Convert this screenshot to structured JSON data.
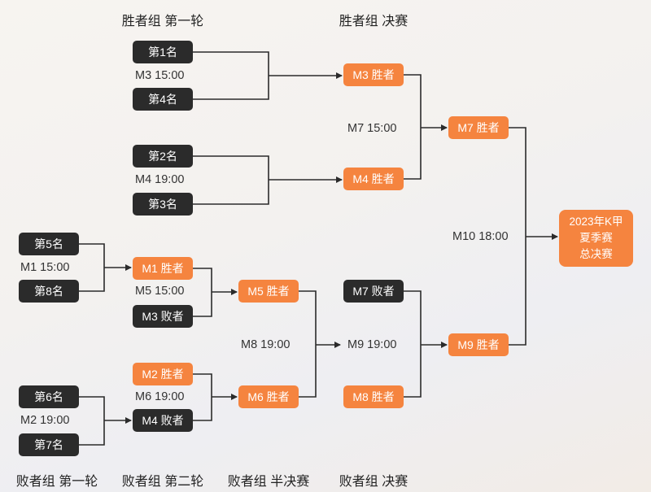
{
  "headers": {
    "winners_r1": "胜者组 第一轮",
    "winners_final": "胜者组 决赛",
    "losers_r1": "败者组 第一轮",
    "losers_r2": "败者组 第二轮",
    "losers_semi": "败者组 半决赛",
    "losers_final": "败者组 决赛"
  },
  "teams": {
    "t1": "第1名",
    "t4": "第4名",
    "t2": "第2名",
    "t3": "第3名",
    "t5": "第5名",
    "t8": "第8名",
    "t6": "第6名",
    "t7": "第7名"
  },
  "results": {
    "m3w": "M3 胜者",
    "m4w": "M4 胜者",
    "m7w": "M7 胜者",
    "m1w": "M1 胜者",
    "m3l": "M3 败者",
    "m5w": "M5 胜者",
    "m2w": "M2 胜者",
    "m4l": "M4 败者",
    "m6w": "M6 胜者",
    "m7l": "M7 败者",
    "m8w": "M8 胜者",
    "m9w": "M9 胜者"
  },
  "matches": {
    "m3": "M3 15:00",
    "m4": "M4 19:00",
    "m7": "M7 15:00",
    "m1": "M1 15:00",
    "m5": "M5 15:00",
    "m8": "M8 19:00",
    "m9": "M9 19:00",
    "m6": "M6 19:00",
    "m2": "M2 19:00",
    "m10": "M10 18:00"
  },
  "final": {
    "line1": "2023年K甲",
    "line2": "夏季赛",
    "line3": "总决赛"
  },
  "colors": {
    "accent": "#f5843f",
    "dark": "#2b2b2b",
    "line": "#2b2b2b"
  }
}
